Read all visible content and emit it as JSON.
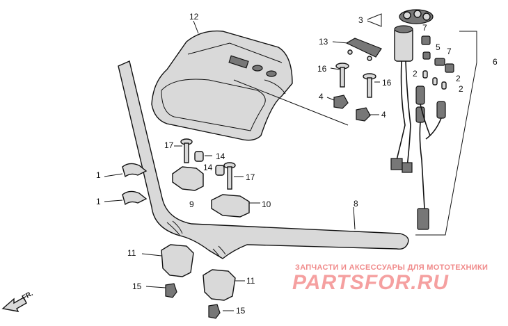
{
  "callouts": [
    {
      "id": "c12",
      "text": "12"
    },
    {
      "id": "c3",
      "text": "3"
    },
    {
      "id": "c13",
      "text": "13"
    },
    {
      "id": "c7a",
      "text": "7"
    },
    {
      "id": "c5",
      "text": "5"
    },
    {
      "id": "c7b",
      "text": "7"
    },
    {
      "id": "c6",
      "text": "6"
    },
    {
      "id": "c16a",
      "text": "16"
    },
    {
      "id": "c2a",
      "text": "2"
    },
    {
      "id": "c2b",
      "text": "2"
    },
    {
      "id": "c2c",
      "text": "2"
    },
    {
      "id": "c16b",
      "text": "16"
    },
    {
      "id": "c4a",
      "text": "4"
    },
    {
      "id": "c4b",
      "text": "4"
    },
    {
      "id": "c17a",
      "text": "17"
    },
    {
      "id": "c14a",
      "text": "14"
    },
    {
      "id": "c14b",
      "text": "14"
    },
    {
      "id": "c17b",
      "text": "17"
    },
    {
      "id": "c1a",
      "text": "1"
    },
    {
      "id": "c1b",
      "text": "1"
    },
    {
      "id": "c9",
      "text": "9"
    },
    {
      "id": "c10",
      "text": "10"
    },
    {
      "id": "c8",
      "text": "8"
    },
    {
      "id": "c11a",
      "text": "11"
    },
    {
      "id": "c11b",
      "text": "11"
    },
    {
      "id": "c15a",
      "text": "15"
    },
    {
      "id": "c15b",
      "text": "15"
    }
  ],
  "watermark": {
    "line1": "ЗАПЧАСТИ И АКСЕССУАРЫ ДЛЯ МОТОТЕХНИКИ",
    "line2": "PARTSFOR.RU"
  },
  "direction_label": "FR.",
  "colors": {
    "ink": "#111111",
    "part_fill": "#d9d9d9",
    "watermark": "#f5a0a0"
  }
}
